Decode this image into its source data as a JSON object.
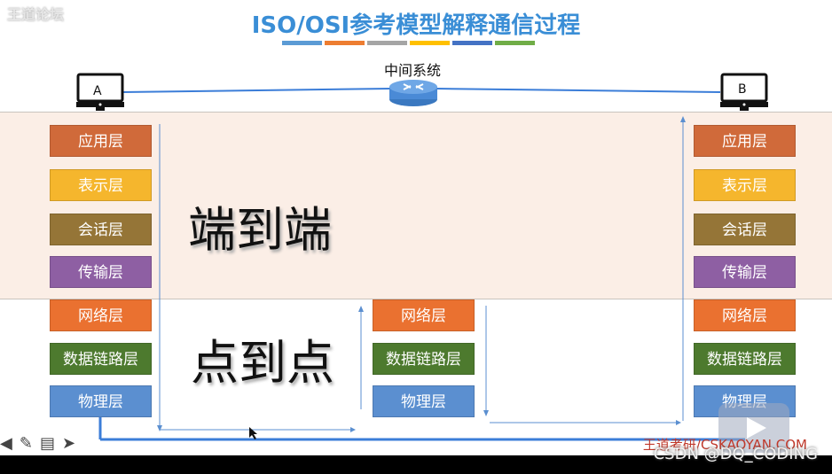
{
  "watermark_top": "王道论坛",
  "title": "ISO/OSI参考模型解释通信过程",
  "title_bar_colors": [
    "#5b9bd5",
    "#ed7d31",
    "#a5a5a5",
    "#ffc000",
    "#4472c4",
    "#70ad47"
  ],
  "middle_system_label": "中间系统",
  "host_a_label": "A",
  "host_b_label": "B",
  "end_to_end_label": "端到端",
  "point_to_point_label": "点到点",
  "layers": {
    "application": "应用层",
    "presentation": "表示层",
    "session": "会话层",
    "transport": "传输层",
    "network": "网络层",
    "datalink": "数据链路层",
    "physical": "物理层"
  },
  "layer_colors": {
    "application": "#d06a3a",
    "presentation": "#f5b62d",
    "session": "#957537",
    "transport": "#8e5fa3",
    "network": "#ea7130",
    "datalink": "#4d7a2e",
    "physical": "#5b8fd0"
  },
  "watermark_bottom_1": "王道考研/CSKAOYAN.COM",
  "watermark_bottom_2": "CSDN @DQ_CODING",
  "toolbar_icons": [
    "arrow-left-icon",
    "pen-icon",
    "menu-icon",
    "arrow-right-icon"
  ]
}
